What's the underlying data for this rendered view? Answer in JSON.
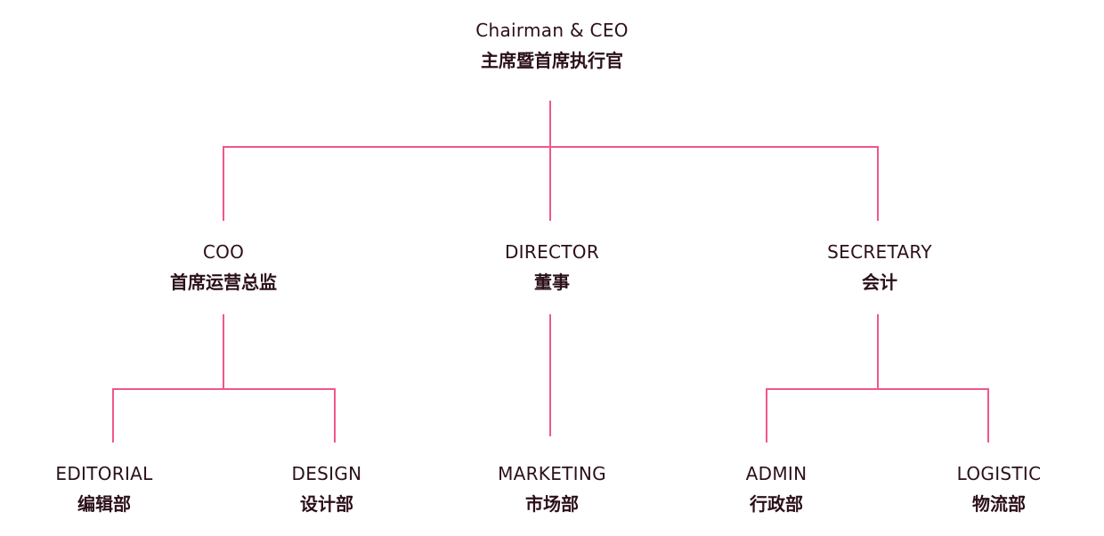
{
  "root": {
    "en": "Chairman & CEO",
    "zh": "主席暨首席执行官"
  },
  "level2": [
    {
      "en": "COO",
      "zh": "首席运营总监"
    },
    {
      "en": "DIRECTOR",
      "zh": "董事"
    },
    {
      "en": "SECRETARY",
      "zh": "会计"
    }
  ],
  "level3": [
    {
      "en": "EDITORIAL",
      "zh": "编辑部"
    },
    {
      "en": "DESIGN",
      "zh": "设计部"
    },
    {
      "en": "MARKETING",
      "zh": "市场部"
    },
    {
      "en": "ADMIN",
      "zh": "行政部"
    },
    {
      "en": "LOGISTIC",
      "zh": "物流部"
    }
  ],
  "colors": {
    "line": "#f0568c",
    "text": "#2b1019"
  }
}
